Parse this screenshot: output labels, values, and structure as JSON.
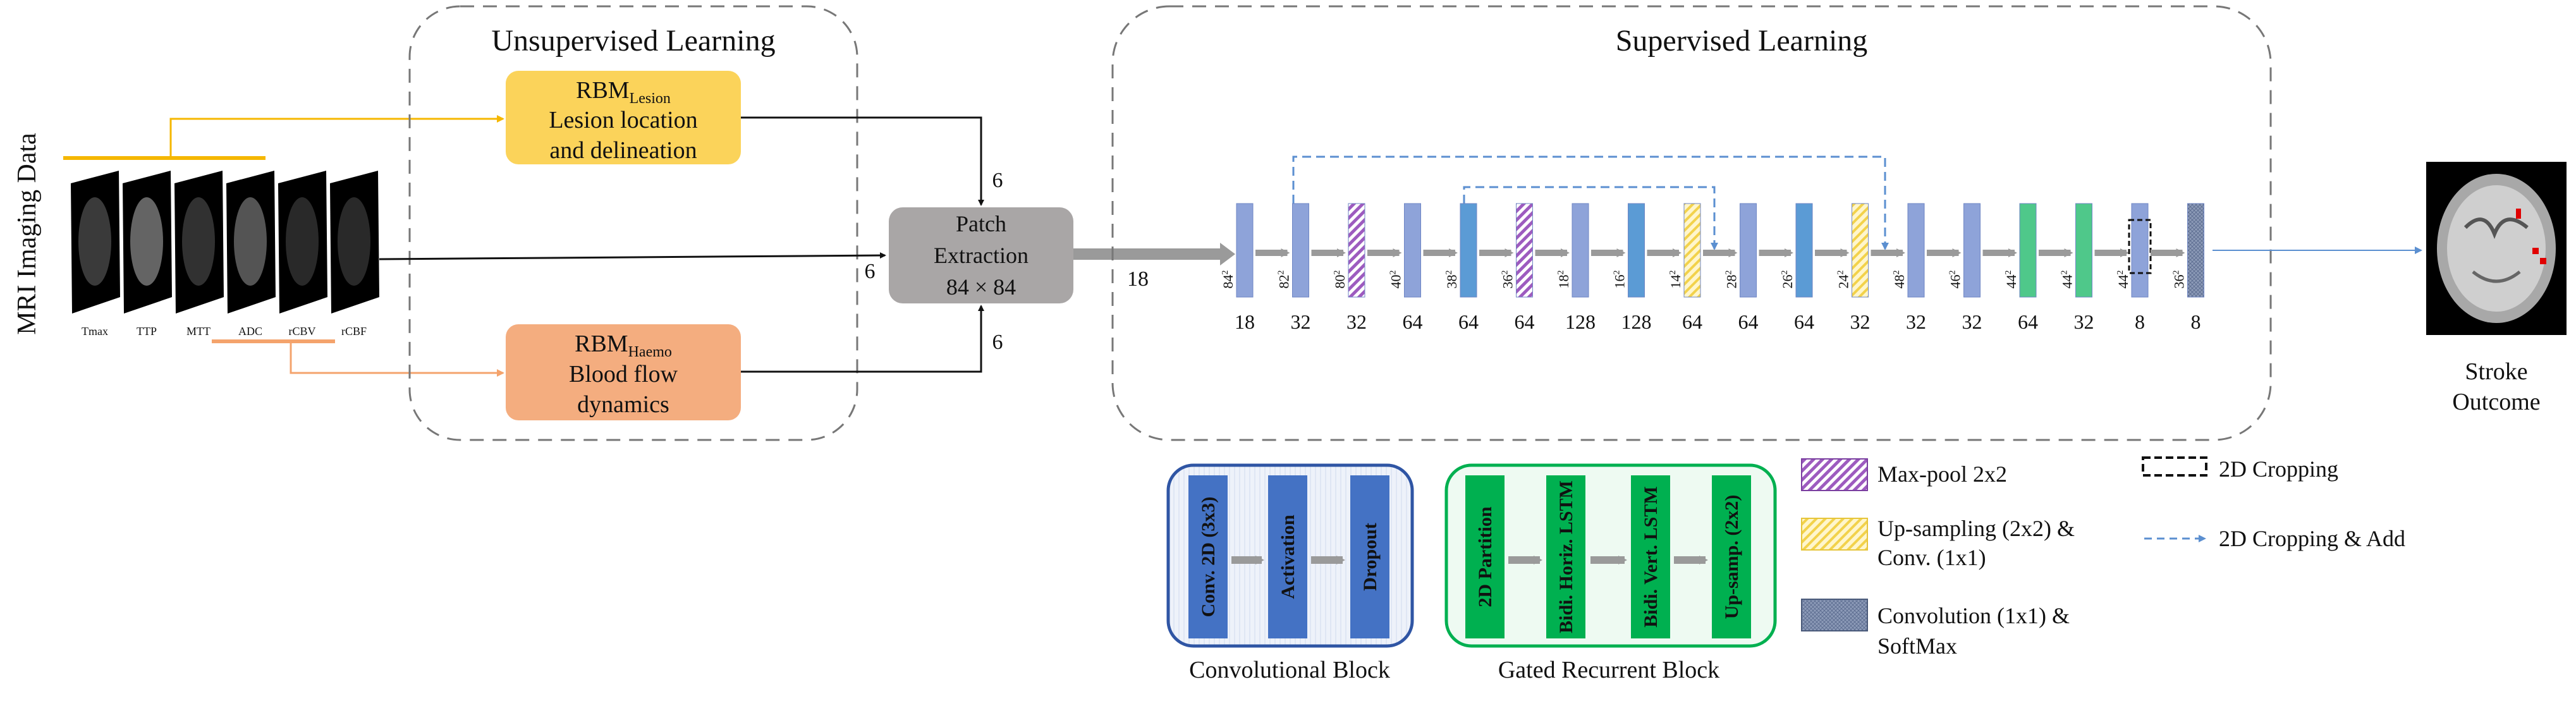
{
  "side_title": "MRI Imaging Data",
  "modalities": [
    {
      "label": "Tmax"
    },
    {
      "label": "TTP"
    },
    {
      "label": "MTT"
    },
    {
      "label": "ADC"
    },
    {
      "label": "rCBV"
    },
    {
      "label": "rCBF"
    }
  ],
  "unsupervised": {
    "title": "Unsupervised Learning",
    "rbm_lesion": {
      "name": "RBM",
      "sub": "Lesion",
      "line1": "Lesion location",
      "line2": "and delineation"
    },
    "rbm_haemo": {
      "name": "RBM",
      "sub": "Haemo",
      "line1": "Blood flow",
      "line2": "dynamics"
    }
  },
  "patch": {
    "line1": "Patch",
    "line2": "Extraction",
    "line3": "84 × 84"
  },
  "edge_labels": {
    "lesion_in": "6",
    "raw_in": "6",
    "haemo_in": "6",
    "patch_out": "18"
  },
  "supervised": {
    "title": "Supervised Learning",
    "layers": [
      {
        "type": "conv",
        "size": "84",
        "filters": "18"
      },
      {
        "type": "conv",
        "size": "82",
        "filters": "32"
      },
      {
        "type": "pool",
        "size": "80",
        "filters": "32"
      },
      {
        "type": "conv",
        "size": "40",
        "filters": "64"
      },
      {
        "type": "conv",
        "size": "38",
        "filters": "64"
      },
      {
        "type": "pool",
        "size": "36",
        "filters": "64"
      },
      {
        "type": "conv",
        "size": "18",
        "filters": "128"
      },
      {
        "type": "conv",
        "size": "16",
        "filters": "128"
      },
      {
        "type": "up",
        "size": "14",
        "filters": "64"
      },
      {
        "type": "conv",
        "size": "28",
        "filters": "64"
      },
      {
        "type": "conv",
        "size": "26",
        "filters": "64"
      },
      {
        "type": "up",
        "size": "24",
        "filters": "32"
      },
      {
        "type": "conv",
        "size": "48",
        "filters": "32"
      },
      {
        "type": "conv",
        "size": "46",
        "filters": "32"
      },
      {
        "type": "rnn",
        "size": "44",
        "filters": "64"
      },
      {
        "type": "rnn",
        "size": "44",
        "filters": "32"
      },
      {
        "type": "crop",
        "size": "44",
        "filters": "8"
      },
      {
        "type": "final",
        "size": "36",
        "filters": "8"
      }
    ]
  },
  "output": {
    "line1": "Stroke",
    "line2": "Outcome"
  },
  "blocks": {
    "conv": {
      "caption": "Convolutional Block",
      "layers": [
        "Conv. 2D (3x3)",
        "Activation",
        "Dropout"
      ]
    },
    "gated": {
      "caption": "Gated Recurrent Block",
      "layers": [
        "2D Partition",
        "Bidi. Horiz. LSTM",
        "Bidi. Vert. LSTM",
        "Up-samp. (2x2)"
      ]
    }
  },
  "legend": [
    {
      "key": "maxpool",
      "lines": [
        "Max-pool 2x2"
      ]
    },
    {
      "key": "upsample",
      "lines": [
        "Up-sampling (2x2) &",
        "Conv. (1x1)"
      ]
    },
    {
      "key": "convsoft",
      "lines": [
        "Convolution (1x1) &",
        "SoftMax"
      ]
    },
    {
      "key": "crop",
      "lines": [
        "2D Cropping"
      ]
    },
    {
      "key": "cropadd",
      "lines": [
        "2D Cropping & Add"
      ]
    }
  ],
  "colors": {
    "conv_blue": "#8ea3d9",
    "conv_blue_dark": "#5b9bd5",
    "rnn_green": "#4fc88a",
    "up_yellow": "#f2d24b",
    "pool_purple": "#9d5bbf",
    "lesion_box": "#fbd35a",
    "haemo_box": "#f4ad7f",
    "patch_box": "#a9a6a6",
    "block_blue": "#4472c4",
    "block_green": "#00b050"
  }
}
